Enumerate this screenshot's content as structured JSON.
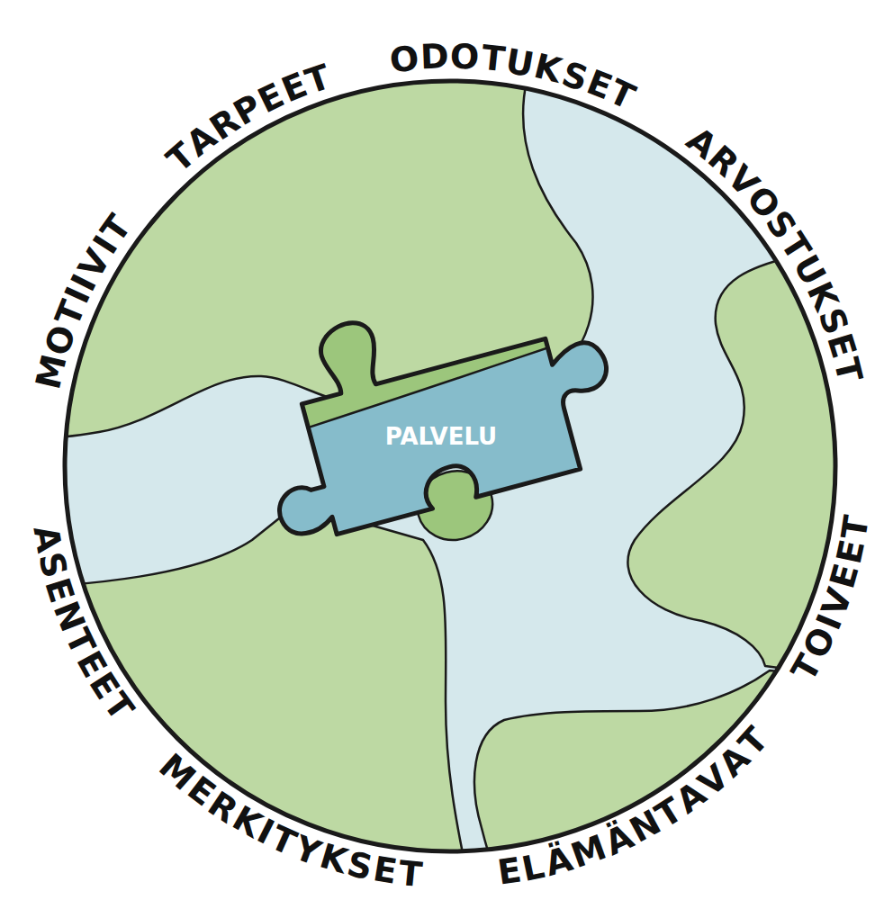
{
  "diagram": {
    "nodes": [
      {
        "text": [
          "PALVELU"
        ]
      }
    ],
    "labels": [
      "ODOTUKSET",
      "ARVOSTUKSET",
      "TOIVEET",
      "ELÄMÄNTAVAT",
      "MERKITYKSET",
      "ASENTEET",
      "MOTIIVIT",
      "TARPEET"
    ]
  }
}
